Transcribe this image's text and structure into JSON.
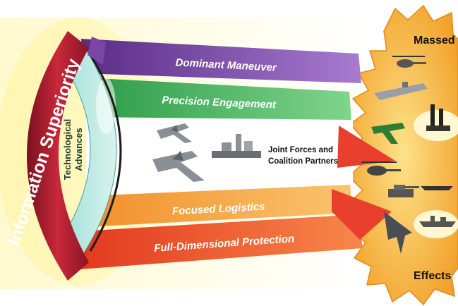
{
  "ring_label": "Information Superiority",
  "lens_label": {
    "line1": "Technological",
    "line2": "Advances"
  },
  "bands": [
    {
      "label": "Dominant Maneuver",
      "color": "#7b45a8"
    },
    {
      "label": "Precision Engagement",
      "color": "#3fae58"
    },
    {
      "label": "Focused Logistics",
      "color": "#f7a23a"
    },
    {
      "label": "Full-Dimensional Protection",
      "color": "#ea4e2a"
    }
  ],
  "center": {
    "line1": "Joint Forces and",
    "line2": "Coalition Partners"
  },
  "burst": {
    "top_label": "Massed",
    "bottom_label": "Effects",
    "color": "#f6b233"
  },
  "icons": [
    "fighter-jet-icon",
    "fighter-jet-icon",
    "ship-icon",
    "helicopter-icon",
    "aircraft-carrier-icon",
    "tank-icon",
    "attack-aircraft-icon",
    "missile-launcher-icon",
    "stealth-bomber-icon",
    "warship-icon"
  ]
}
